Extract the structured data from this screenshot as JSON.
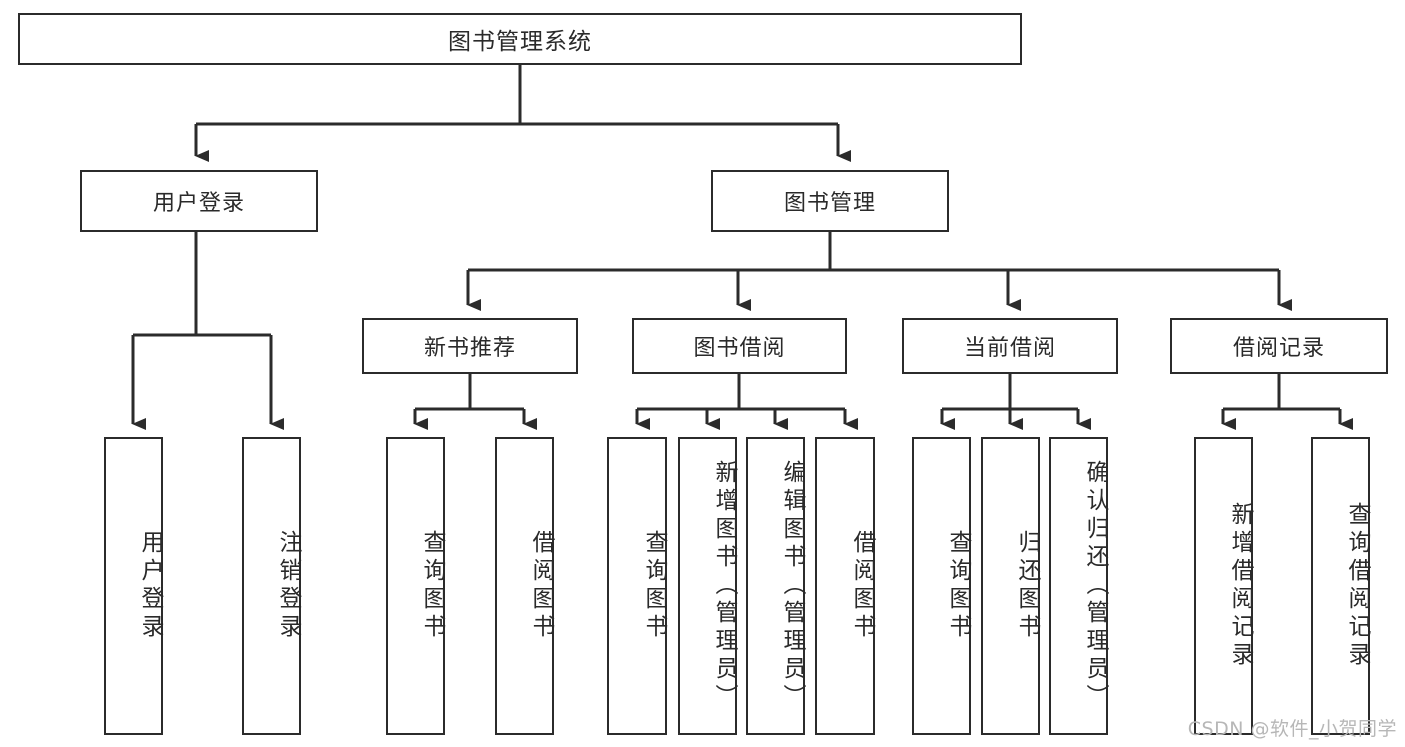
{
  "diagram": {
    "type": "tree",
    "title": "图书管理系统",
    "root": {
      "label": "图书管理系统"
    },
    "level2": [
      {
        "label": "用户登录"
      },
      {
        "label": "图书管理"
      }
    ],
    "level3": [
      {
        "label": "新书推荐"
      },
      {
        "label": "图书借阅"
      },
      {
        "label": "当前借阅"
      },
      {
        "label": "借阅记录"
      }
    ],
    "leaves": {
      "user_login": [
        {
          "label": "用户登录"
        },
        {
          "label": "注销登录"
        }
      ],
      "new_book_recommend": [
        {
          "label": "查询图书"
        },
        {
          "label": "借阅图书"
        }
      ],
      "book_borrow": [
        {
          "label": "查询图书"
        },
        {
          "label": "新增图书（管理员）"
        },
        {
          "label": "编辑图书（管理员）"
        },
        {
          "label": "借阅图书"
        }
      ],
      "current_borrow": [
        {
          "label": "查询图书"
        },
        {
          "label": "归还图书"
        },
        {
          "label": "确认归还（管理员）"
        }
      ],
      "borrow_record": [
        {
          "label": "新增借阅记录"
        },
        {
          "label": "查询借阅记录"
        }
      ]
    },
    "watermark": "CSDN @软件_小贺同学",
    "colors": {
      "stroke": "#2b2b2b",
      "text": "#2a2a2a",
      "background": "#ffffff",
      "watermark": "#b7b7b7"
    }
  }
}
